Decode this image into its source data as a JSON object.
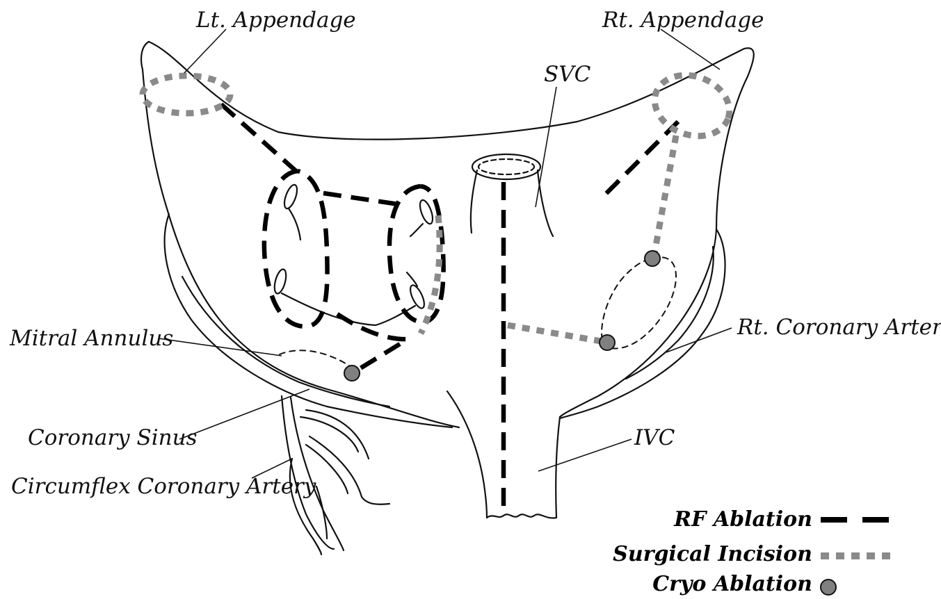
{
  "labels": {
    "lt_appendage": "Lt. Appendage",
    "rt_appendage": "Rt. Appendage",
    "svc": "SVC",
    "mitral_annulus": "Mitral Annulus",
    "rt_coronary_artery": "Rt. Coronary Artery",
    "coronary_sinus": "Coronary Sinus",
    "ivc": "IVC",
    "circumflex_coronary_artery": "Circumflex Coronary Artery"
  },
  "legend": {
    "rf_ablation": "RF Ablation",
    "surgical_incision": "Surgical Incision",
    "cryo_ablation": "Cryo Ablation"
  },
  "colors": {
    "outline": "#111111",
    "rf_ablation": "#000000",
    "surgical_incision": "#8a8a8a",
    "cryo_ablation_fill": "#808080"
  }
}
